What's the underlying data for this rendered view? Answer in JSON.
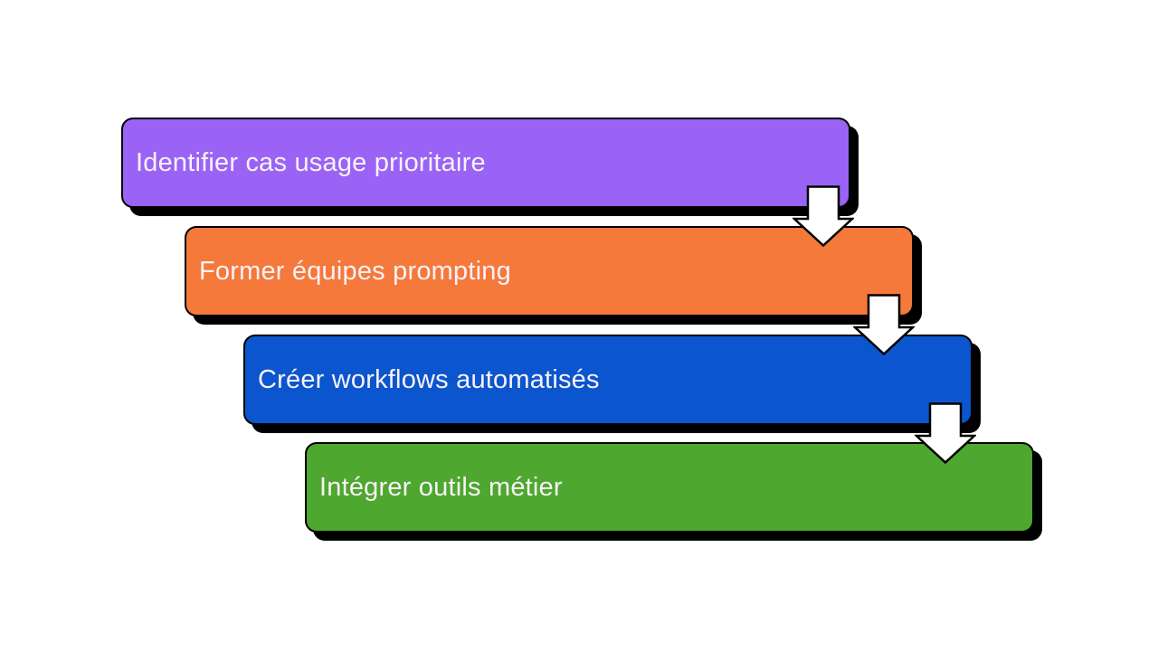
{
  "diagram": {
    "steps": [
      {
        "label": "Identifier cas usage prioritaire",
        "fill": "#9A63F5"
      },
      {
        "label": "Former équipes prompting",
        "fill": "#F5793B"
      },
      {
        "label": "Créer workflows automatisés",
        "fill": "#0B55CE"
      },
      {
        "label": "Intégrer outils métier",
        "fill": "#4EA72E"
      }
    ],
    "arrow": {
      "fill": "#FFFFFF",
      "stroke": "#000000"
    },
    "colors": {
      "text": "#F8F2F8",
      "border": "#000000",
      "shadow": "#000000",
      "background": "#FFFFFF"
    }
  }
}
